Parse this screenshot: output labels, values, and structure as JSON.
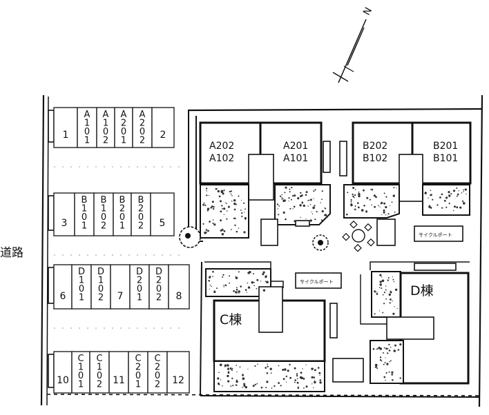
{
  "road_label": "道路",
  "north_label": "N",
  "bicycle_label": "サイクルポート",
  "parking": {
    "row1": [
      {
        "kind": "number",
        "text": "1"
      },
      {
        "kind": "unit",
        "text": "A101"
      },
      {
        "kind": "unit",
        "text": "A102"
      },
      {
        "kind": "unit",
        "text": "A201"
      },
      {
        "kind": "unit",
        "text": "A202"
      },
      {
        "kind": "number",
        "text": "2"
      }
    ],
    "row2": [
      {
        "kind": "number",
        "text": "3"
      },
      {
        "kind": "unit",
        "text": "B101"
      },
      {
        "kind": "unit",
        "text": "B102"
      },
      {
        "kind": "unit",
        "text": "B201"
      },
      {
        "kind": "unit",
        "text": "B202"
      },
      {
        "kind": "number",
        "text": "5"
      }
    ],
    "row3": [
      {
        "kind": "number",
        "text": "6"
      },
      {
        "kind": "unit",
        "text": "D101"
      },
      {
        "kind": "unit",
        "text": "D102"
      },
      {
        "kind": "number",
        "text": "7"
      },
      {
        "kind": "unit",
        "text": "D201"
      },
      {
        "kind": "unit",
        "text": "D202"
      },
      {
        "kind": "number",
        "text": "8"
      }
    ],
    "row4": [
      {
        "kind": "number",
        "text": "10"
      },
      {
        "kind": "unit",
        "text": "C101"
      },
      {
        "kind": "unit",
        "text": "C102"
      },
      {
        "kind": "number",
        "text": "11"
      },
      {
        "kind": "unit",
        "text": "C201"
      },
      {
        "kind": "unit",
        "text": "C202"
      },
      {
        "kind": "number",
        "text": "12"
      }
    ]
  },
  "buildings": {
    "a_left_upper": "A202",
    "a_left_lower": "A102",
    "a_right_upper": "A201",
    "a_right_lower": "A101",
    "b_left_upper": "B202",
    "b_left_lower": "B102",
    "b_right_upper": "B201",
    "b_right_lower": "B101",
    "c_name": "C棟",
    "d_name": "D棟"
  }
}
